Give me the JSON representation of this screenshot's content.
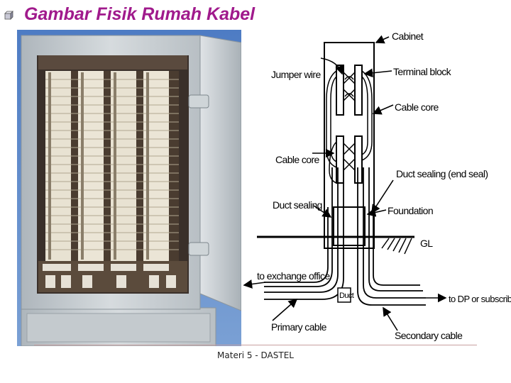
{
  "slide": {
    "title": "Gambar Fisik Rumah Kabel",
    "footer": "Materi 5 - DASTEL",
    "accent_color": "#a01a8c",
    "bullet_icon": "3d-box-bullet-icon"
  },
  "photo": {
    "subject": "cabinet-photo",
    "colors": {
      "sky": "#5d86c8",
      "cabinet": "#c9cfd3",
      "interior": "#3a302a",
      "terminal": "#e8e2d2"
    }
  },
  "schematic": {
    "labels": {
      "cabinet": "Cabinet",
      "jumper_wire": "Jumper wire",
      "terminal_block": "Terminal block",
      "cable_core_right": "Cable core",
      "cable_core_left": "Cable core",
      "duct_sealing_end": "Duct sealing (end seal)",
      "duct_sealing": "Duct sealing",
      "foundation": "Foundation",
      "gl": "GL",
      "to_exchange": "to exchange office",
      "duct": "Duct",
      "to_dp": "to DP or  subscriber",
      "primary_cable": "Primary cable",
      "secondary_cable": "Secondary cable"
    }
  }
}
